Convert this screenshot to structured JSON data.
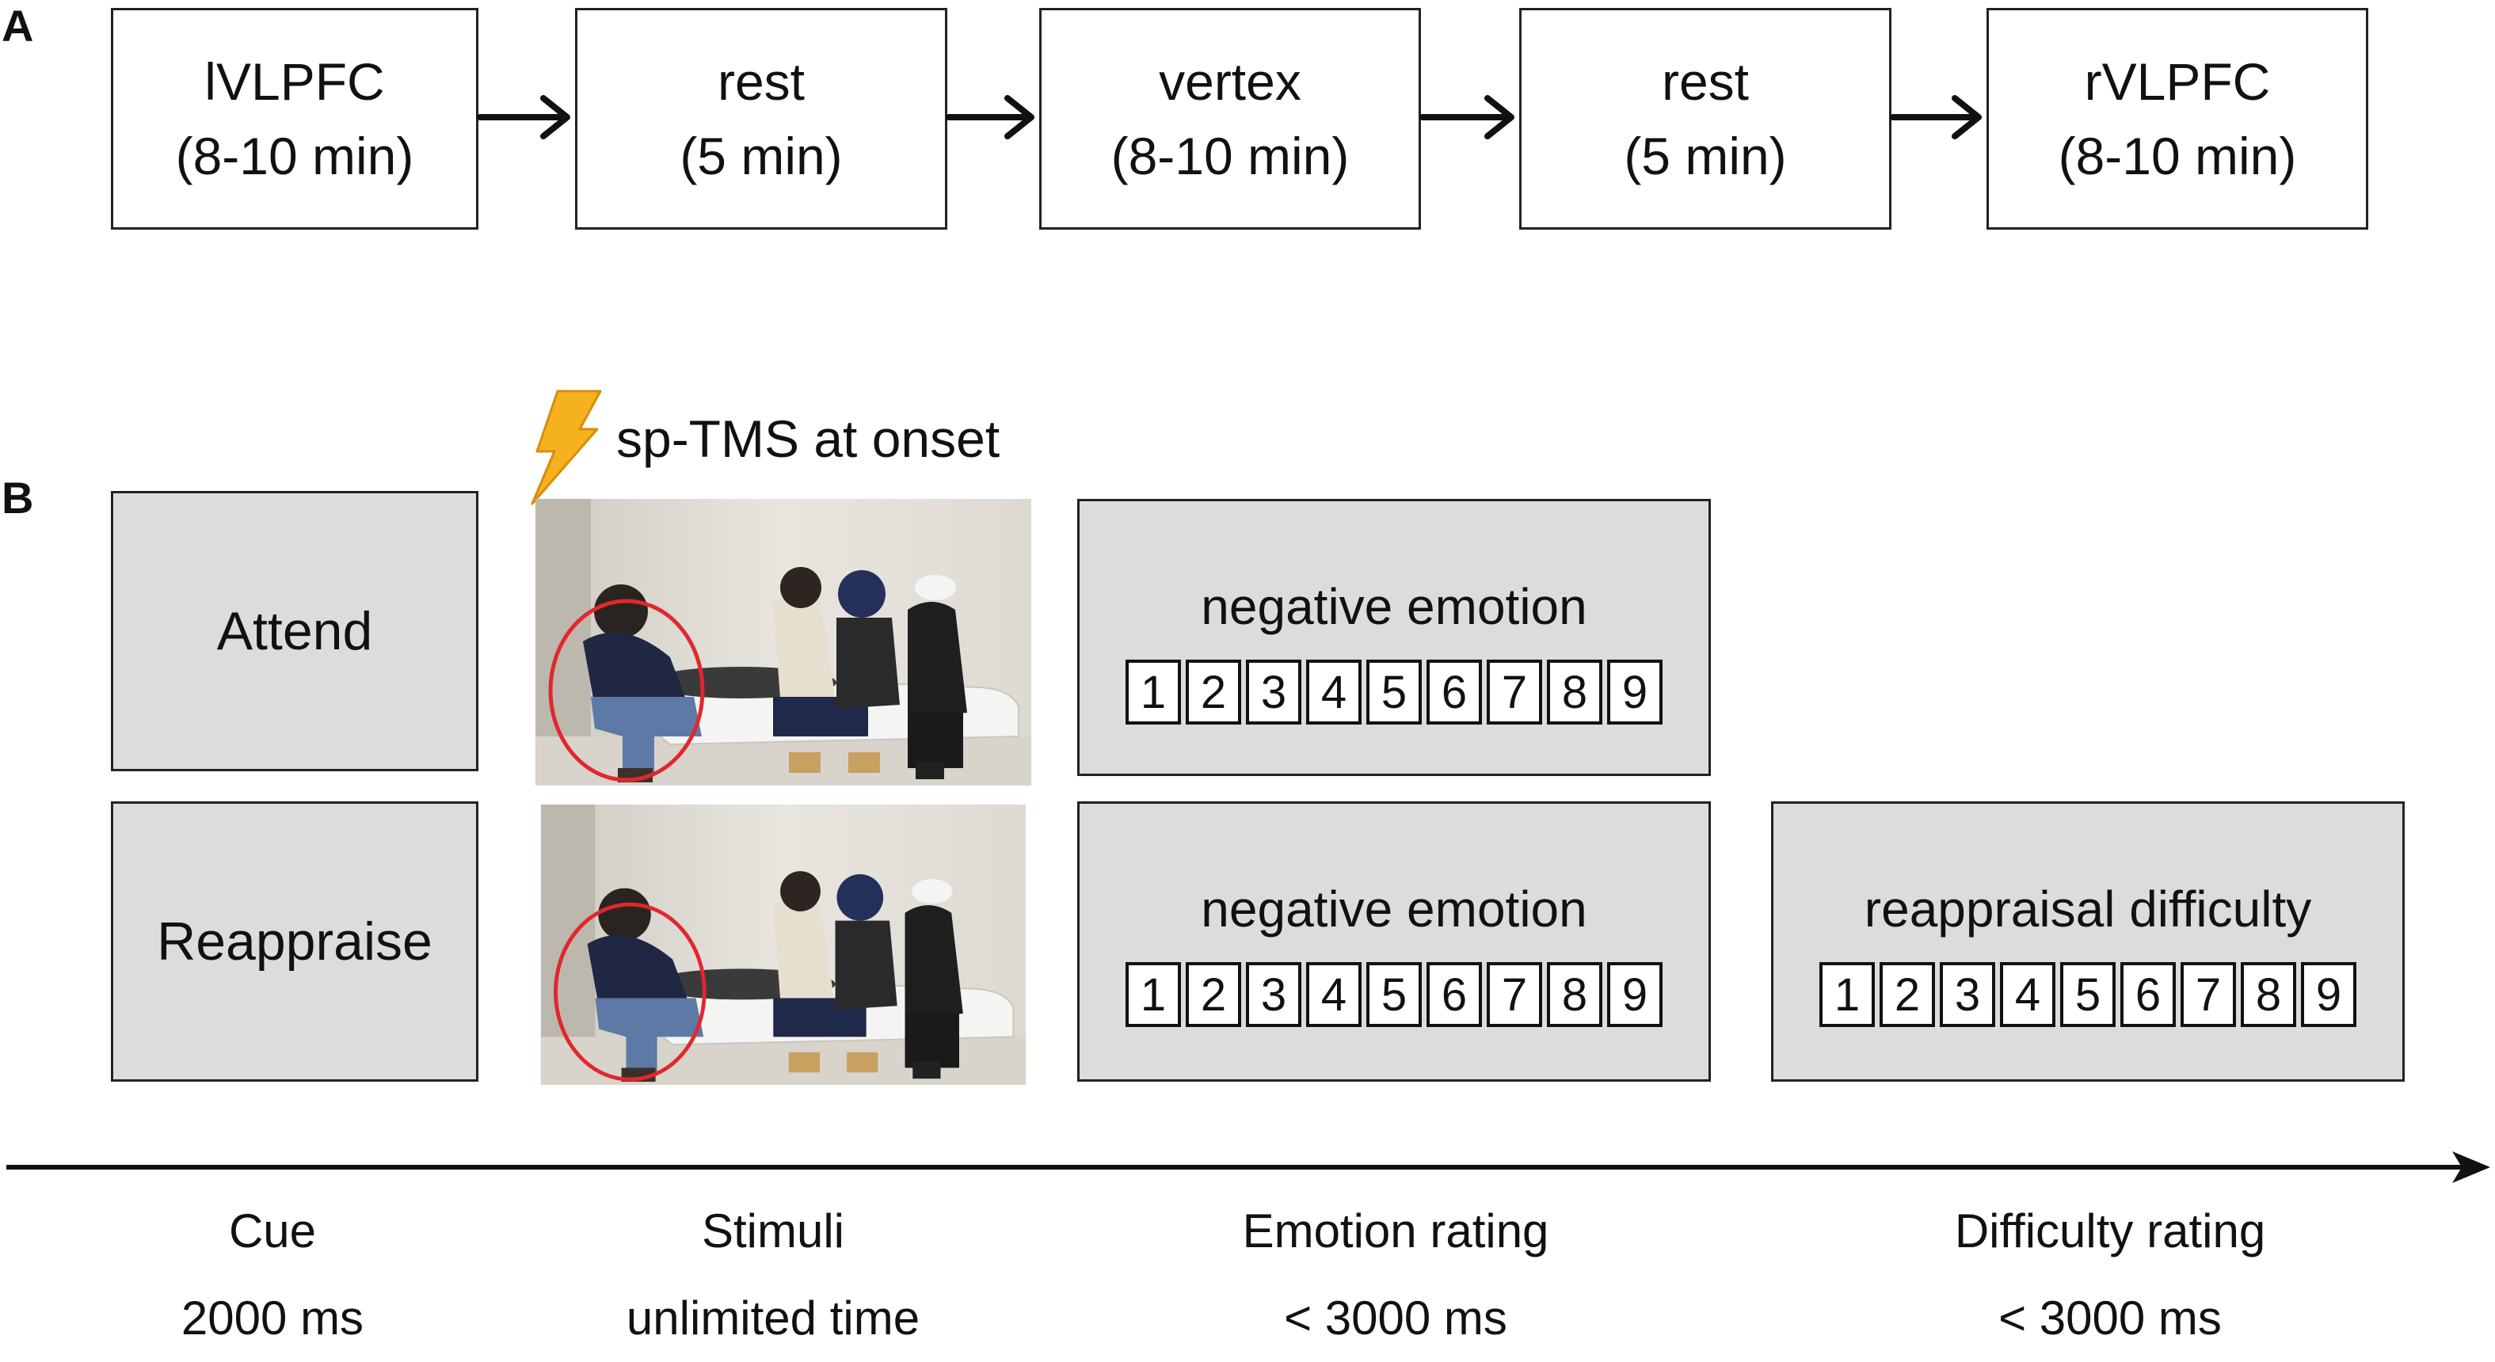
{
  "panel_a": {
    "label": "A",
    "steps": [
      {
        "title": "lVLPFC",
        "duration": "(8-10 min)"
      },
      {
        "title": "rest",
        "duration": "(5 min)"
      },
      {
        "title": "vertex",
        "duration": "(8-10 min)"
      },
      {
        "title": "rest",
        "duration": "(5 min)"
      },
      {
        "title": "rVLPFC",
        "duration": "(8-10 min)"
      }
    ]
  },
  "panel_b": {
    "label": "B",
    "tms_label": "sp-TMS at onset",
    "cues": [
      "Attend",
      "Reappraise"
    ],
    "emotion_rating_title": "negative emotion",
    "difficulty_rating_title": "reappraisal difficulty",
    "scale": [
      "1",
      "2",
      "3",
      "4",
      "5",
      "6",
      "7",
      "8",
      "9"
    ],
    "timeline": [
      {
        "name": "Cue",
        "time": "2000 ms"
      },
      {
        "name": "Stimuli",
        "time": "unlimited time"
      },
      {
        "name": "Emotion rating",
        "time": "< 3000 ms"
      },
      {
        "name": "Difficulty rating",
        "time": "< 3000 ms"
      }
    ]
  }
}
